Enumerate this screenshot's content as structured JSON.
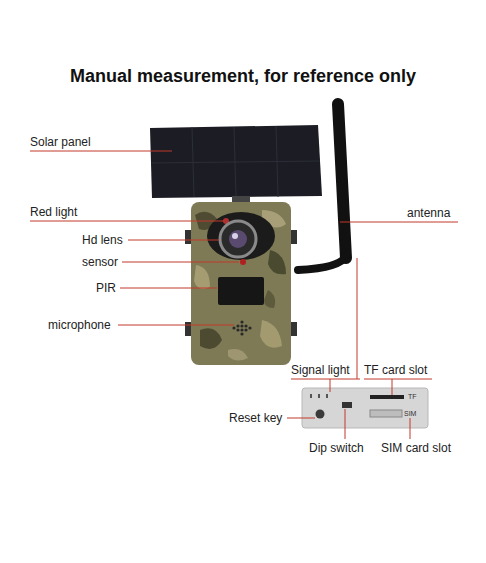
{
  "diagram": {
    "title": "Manual measurement, for reference only",
    "labels": [
      "Solar panel",
      "Red light",
      "Hd lens",
      "sensor",
      "PIR",
      "microphone",
      "antenna",
      "Signal light",
      "TF card slot",
      "Reset key",
      "Dip switch",
      "SIM card slot",
      "TF",
      "SIM"
    ]
  }
}
